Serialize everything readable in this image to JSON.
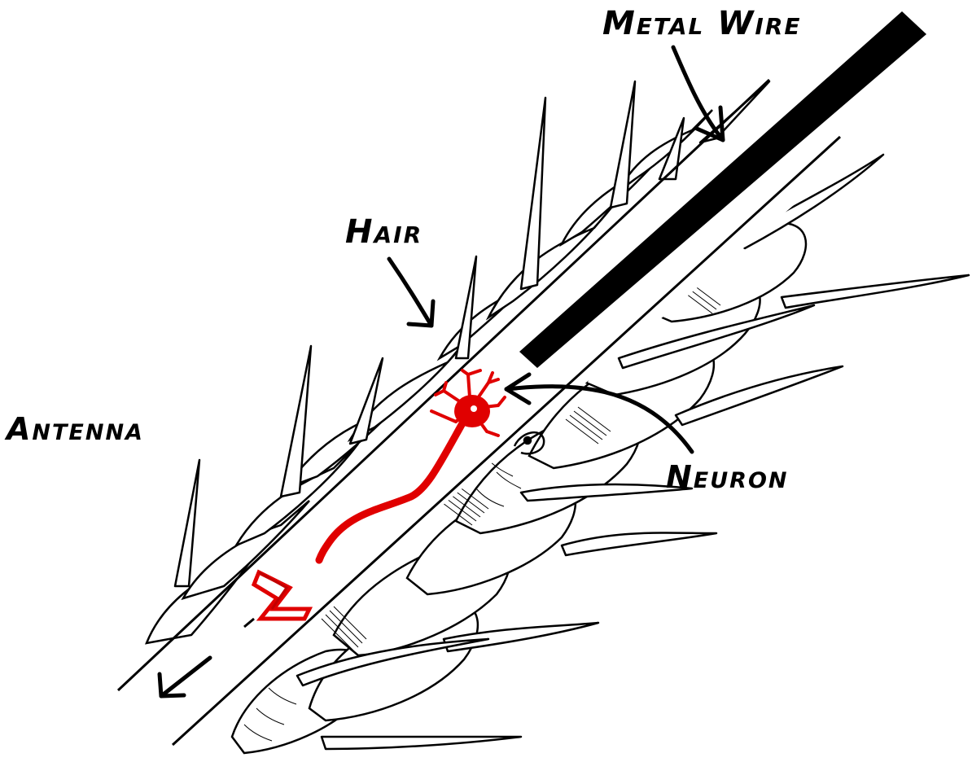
{
  "labels": {
    "metal_wire": "Metal Wire",
    "hair": "Hair",
    "antenna": "Antenna",
    "neuron": "Neuron"
  },
  "colors": {
    "ink": "#000000",
    "neuron": "#e00000",
    "background": "#ffffff"
  }
}
